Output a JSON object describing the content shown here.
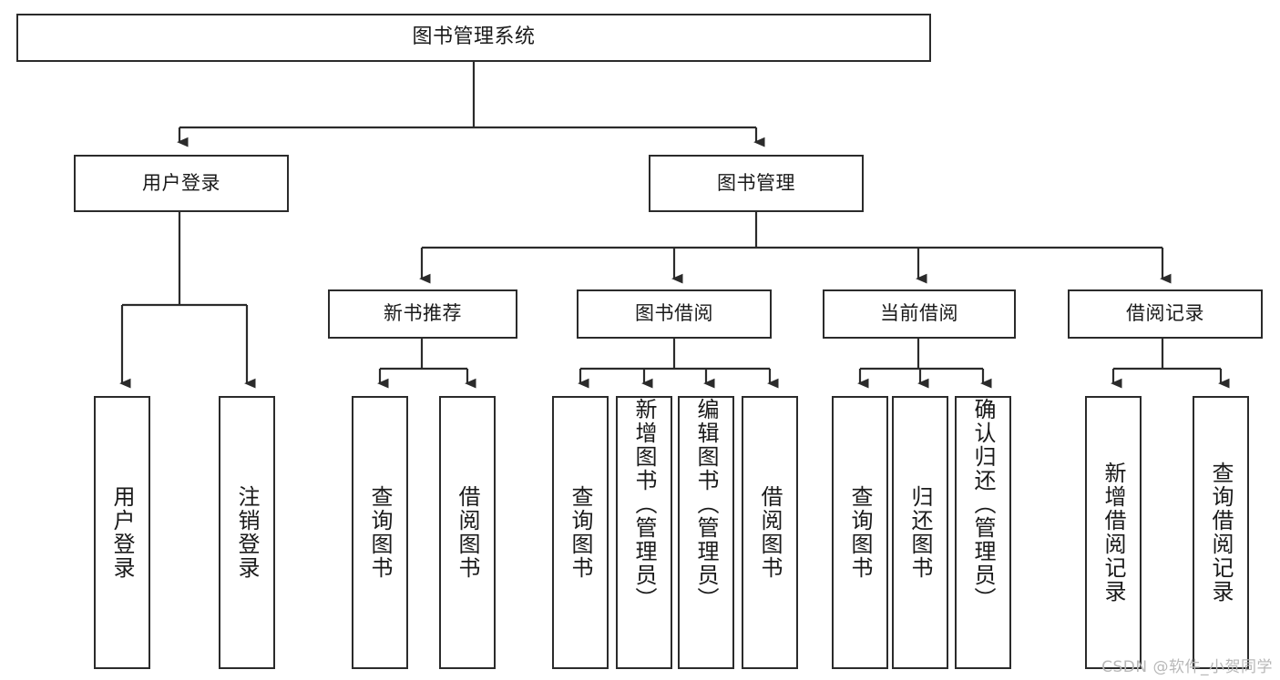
{
  "diagram": {
    "title": "图书管理系统",
    "type": "tree-hierarchy-chart",
    "colors": {
      "line": "#2b2b2b",
      "box_fill": "#ffffff",
      "text": "#1a1a1a",
      "watermark": "#b8b8b8",
      "background": "#ffffff"
    },
    "root": {
      "label": "图书管理系统"
    },
    "level2": [
      {
        "label": "用户登录"
      },
      {
        "label": "图书管理"
      }
    ],
    "level3": [
      {
        "label": "新书推荐"
      },
      {
        "label": "图书借阅"
      },
      {
        "label": "当前借阅"
      },
      {
        "label": "借阅记录"
      }
    ],
    "leaves": {
      "user_login": [
        {
          "label": "用户登录"
        },
        {
          "label": "注销登录"
        }
      ],
      "new_book_recommend": [
        {
          "label": "查询图书"
        },
        {
          "label": "借阅图书"
        }
      ],
      "book_borrow": [
        {
          "label": "查询图书"
        },
        {
          "label": "新增图书（管理员）"
        },
        {
          "label": "编辑图书（管理员）"
        },
        {
          "label": "借阅图书"
        }
      ],
      "current_borrow": [
        {
          "label": "查询图书"
        },
        {
          "label": "归还图书"
        },
        {
          "label": "确认归还（管理员）"
        }
      ],
      "borrow_record": [
        {
          "label": "新增借阅记录"
        },
        {
          "label": "查询借阅记录"
        }
      ]
    }
  },
  "watermark": {
    "text": "CSDN @软件_小贺同学"
  }
}
